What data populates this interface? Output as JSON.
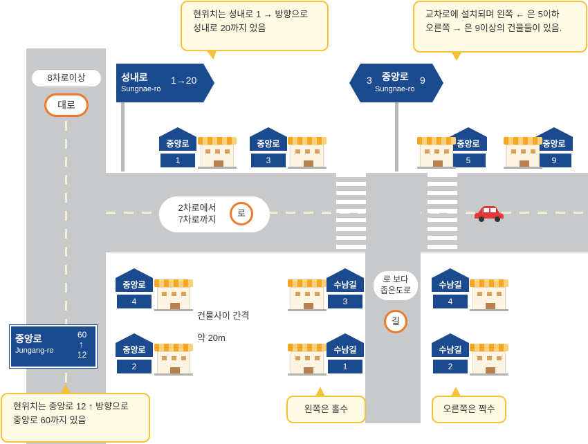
{
  "highway": {
    "top_label": "8차로이상",
    "badge": "대로"
  },
  "main_road": {
    "label": "2차로에서\n7차로까지",
    "badge": "로"
  },
  "side_street": {
    "label": "로 보다\n좁은도로",
    "badge": "길"
  },
  "sign_sungnae": {
    "name_ko": "성내로",
    "name_en": "Sungnae-ro",
    "range": "1→20"
  },
  "sign_junction": {
    "name_ko": "중앙로",
    "name_en": "Sungnae-ro",
    "left_num": "3",
    "right_num": "9"
  },
  "sign_jungang": {
    "name_ko": "중앙로",
    "name_en": "Jungang-ro",
    "top_num": "60",
    "arrow": "↑",
    "bottom_num": "12"
  },
  "callouts": {
    "top_center": "현위치는 성내로 1 → 방향으로\n성내로 20까지 있음",
    "top_right": "교차로에 설치되며 왼쪽 ← 은 5이하\n오른쪽 → 은 9이상의 건물들이 있음.",
    "bottom_left": "현위치는 중앙로 12 ↑ 방향으로\n중앙로 60까지 있음",
    "bottom_odd": "왼쪽은 홀수",
    "bottom_even": "오른쪽은 짝수"
  },
  "spacing": {
    "line1": "건물사이 간격",
    "line2": "약 20m"
  },
  "houses": {
    "top1": {
      "street": "중앙로",
      "num": "1"
    },
    "top3": {
      "street": "중앙로",
      "num": "3"
    },
    "top5": {
      "street": "중앙로",
      "num": "5"
    },
    "top9": {
      "street": "중앙로",
      "num": "9"
    },
    "left4": {
      "street": "중앙로",
      "num": "4"
    },
    "left2": {
      "street": "중앙로",
      "num": "2"
    },
    "sn3": {
      "street": "수남길",
      "num": "3"
    },
    "sn1": {
      "street": "수남길",
      "num": "1"
    },
    "sn4": {
      "street": "수남길",
      "num": "4"
    },
    "sn2": {
      "street": "수남길",
      "num": "2"
    }
  },
  "colors": {
    "sign_blue": "#1b4a8f",
    "road_gray": "#c8c9cb",
    "badge_orange": "#f07a2a",
    "callout_border": "#f5c33b",
    "car_red": "#e23a3a"
  }
}
